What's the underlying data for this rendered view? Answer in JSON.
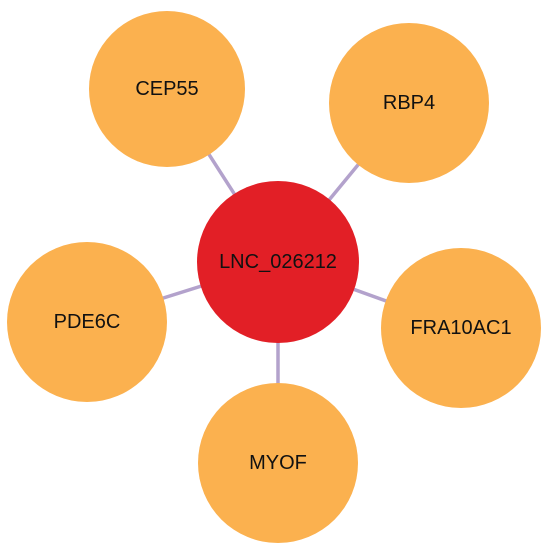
{
  "colors": {
    "hub": "#e21f26",
    "leaf": "#fbb14f",
    "edge": "#b3a2cc",
    "text": "#111111"
  },
  "hub": {
    "label": "LNC_026212"
  },
  "leaves": [
    {
      "label": "CEP55"
    },
    {
      "label": "RBP4"
    },
    {
      "label": "FRA10AC1"
    },
    {
      "label": "MYOF"
    },
    {
      "label": "PDE6C"
    }
  ]
}
